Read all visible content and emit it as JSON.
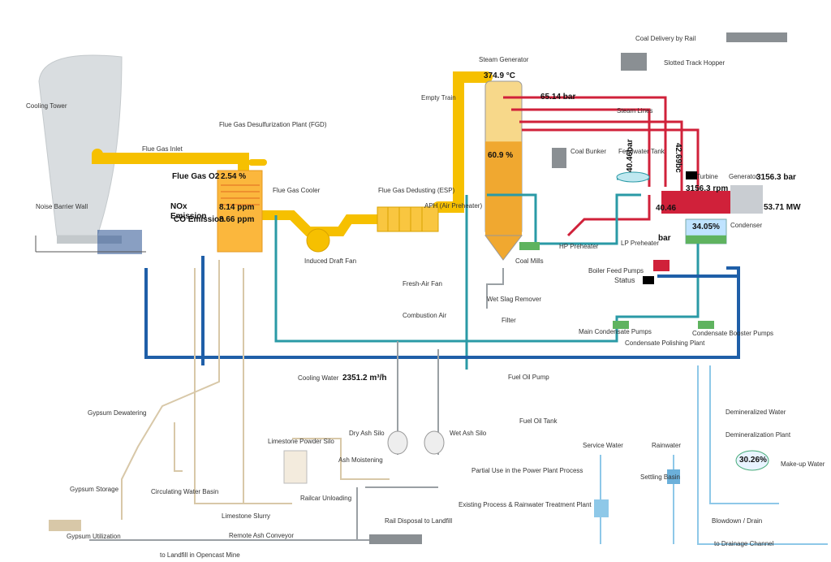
{
  "labels": {
    "cooling_tower": "Cooling Tower",
    "noise_barrier_wall": "Noise Barrier Wall",
    "fgd": "Flue Gas Desulfurization Plant (FGD)",
    "flue_gas_inlet": "Flue Gas Inlet",
    "flue_gas_cooler": "Flue Gas Cooler",
    "induced_draft_fan": "Induced Draft Fan",
    "flue_gas_dedusting": "Flue Gas Dedusting (ESP)",
    "aph": "APH (Air Preheater)",
    "fresh_air_fan": "Fresh-Air Fan",
    "combustion_air": "Combustion Air",
    "steam_generator": "Steam Generator",
    "empty_train": "Empty Train",
    "coal_bunker": "Coal Bunker",
    "coal_mills": "Coal Mills",
    "wet_slag_remover": "Wet Slag Remover",
    "filter": "Filter",
    "steam_lines": "Steam Lines",
    "coal_delivery": "Coal Delivery by Rail",
    "slotted_track_hopper": "Slotted Track Hopper",
    "feedwater_tank": "Feedwater Tank",
    "turbine": "Turbine",
    "generator": "Generator",
    "hp_preheater": "HP Preheater",
    "lp_preheater": "LP Preheater",
    "boiler_feed_pumps": "Boiler Feed Pumps",
    "status": "Status",
    "condenser": "Condenser",
    "main_condensate_pumps": "Main Condensate Pumps",
    "condensate_polishing": "Condensate Polishing Plant",
    "condensate_booster": "Condensate Booster Pumps",
    "cooling_water": "Cooling Water",
    "fuel_oil_pump": "Fuel Oil Pump",
    "fuel_oil_tank": "Fuel Oil Tank",
    "gypsum_dewatering": "Gypsum Dewatering",
    "gypsum_storage": "Gypsum Storage",
    "gypsum_utilization": "Gypsum Utilization",
    "circulating_water_basin": "Circulating Water Basin",
    "limestone_powder_silo": "Limestone Powder Silo",
    "limestone_slurry": "Limestone Slurry",
    "railcar_unloading": "Railcar Unloading",
    "dry_ash_silo": "Dry Ash Silo",
    "wet_ash_silo": "Wet Ash Silo",
    "ash_moistening": "Ash Moistening",
    "rail_disposal": "Rail Disposal to Landfill",
    "remote_ash_conveyor": "Remote Ash Conveyor",
    "landfill": "to Landfill in Opencast Mine",
    "partial_use": "Partial Use in the Power Plant Process",
    "existing_process": "Existing Process & Rainwater Treatment Plant",
    "service_water": "Service Water",
    "rainwater": "Rainwater",
    "settling_basin": "Settling Basin",
    "demin_water": "Demineralized Water",
    "demin_plant": "Demineralization Plant",
    "makeup_water": "Make-up Water",
    "blowdown": "Blowdown / Drain",
    "drainage": "to Drainage Channel"
  },
  "readings": {
    "steam_temp": "374.9 °C",
    "steam_pressure": "65.14 bar",
    "generator_pressure": "3156.3 bar",
    "turbine_rpm": "3156.3 rpm",
    "power": "53.71 MW",
    "condenser_level": "34.05%",
    "boiler_level": "60.9 %",
    "flue_o2_label": "Flue Gas O2",
    "flue_o2_value": "2.54 %",
    "nox_label": "NOx",
    "nox_value": "8.14 ppm",
    "nox_overlap_label": "Emission",
    "co_label": "CO Emission",
    "co_value": "8.66 ppm",
    "lp_bar_value": "40.46",
    "lp_bar_unit": "bar",
    "vertical_a": "40.46bar",
    "vertical_b": "42.69bc",
    "cooling_water_flow": "2351.2 m³/h",
    "demin_level": "30.26%"
  },
  "levels": {
    "boiler_fill_fraction": 0.609,
    "condenser_fill_fraction": 0.34,
    "demin_fill_fraction": 0.3
  },
  "colors": {
    "flue_gas": "#f6c000",
    "steam": "#d0213a",
    "feedwater": "#2a9aa6",
    "cooling_water": "#1f5fa8",
    "light_water": "#8ec8e8",
    "ash_gypsum": "#d8c8a8",
    "grey_pipe": "#9aa0a4",
    "pump_green": "#5fb35f"
  }
}
